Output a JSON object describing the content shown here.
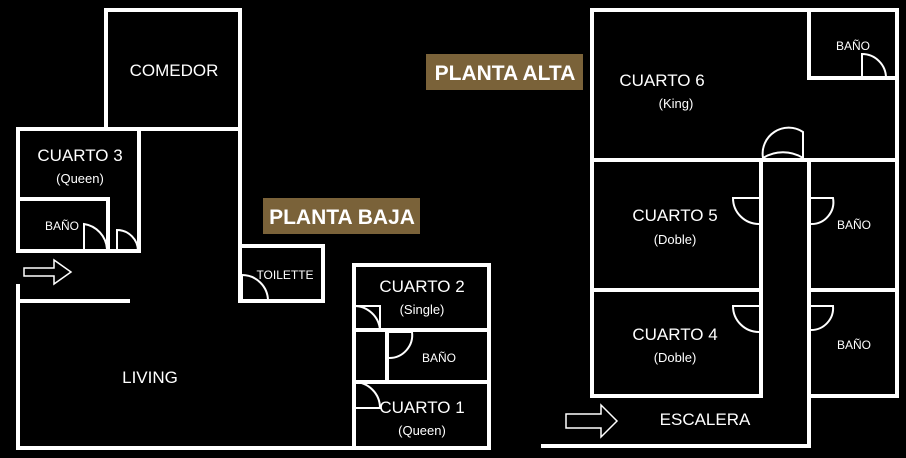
{
  "colors": {
    "background": "#000000",
    "wall": "#ffffff",
    "badge": "#7a6239",
    "text": "#ffffff"
  },
  "labels": {
    "comedor": "COMEDOR",
    "cuarto3": "CUARTO 3",
    "cuarto3_bed": "(Queen)",
    "bano_c3": "BAÑO",
    "toilette": "TOILETTE",
    "cuarto2": "CUARTO 2",
    "cuarto2_bed": "(Single)",
    "bano_c2": "BAÑO",
    "cuarto1": "CUARTO 1",
    "cuarto1_bed": "(Queen)",
    "living": "LIVING",
    "planta_baja": "PLANTA BAJA",
    "planta_alta": "PLANTA ALTA",
    "cuarto6": "CUARTO 6",
    "cuarto6_bed": "(King)",
    "bano_c6": "BAÑO",
    "cuarto5": "CUARTO 5",
    "cuarto5_bed": "(Doble)",
    "bano_c5": "BAÑO",
    "cuarto4": "CUARTO 4",
    "cuarto4_bed": "(Doble)",
    "bano_c4": "BAÑO",
    "escalera": "ESCALERA"
  },
  "icons": {
    "entry_arrow": "right-arrow-outline",
    "stair_arrow": "right-arrow-outline"
  }
}
